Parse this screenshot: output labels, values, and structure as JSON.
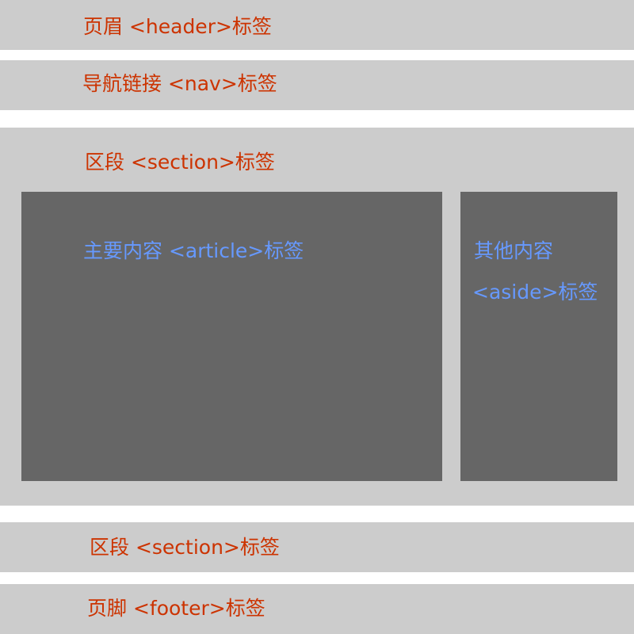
{
  "header": {
    "label": "页眉 <header>标签"
  },
  "nav": {
    "label": "导航链接 <nav>标签"
  },
  "section1": {
    "label": "区段 <section>标签",
    "article": {
      "label": "主要内容 <article>标签"
    },
    "aside": {
      "line1": "其他内容",
      "line2": "<aside>标签"
    }
  },
  "section2": {
    "label": "区段 <section>标签"
  },
  "footer": {
    "label": "页脚 <footer>标签"
  },
  "colors": {
    "band_bg": "#cccccc",
    "inner_bg": "#666666",
    "label_red": "#cc3300",
    "label_blue": "#6699ff"
  }
}
